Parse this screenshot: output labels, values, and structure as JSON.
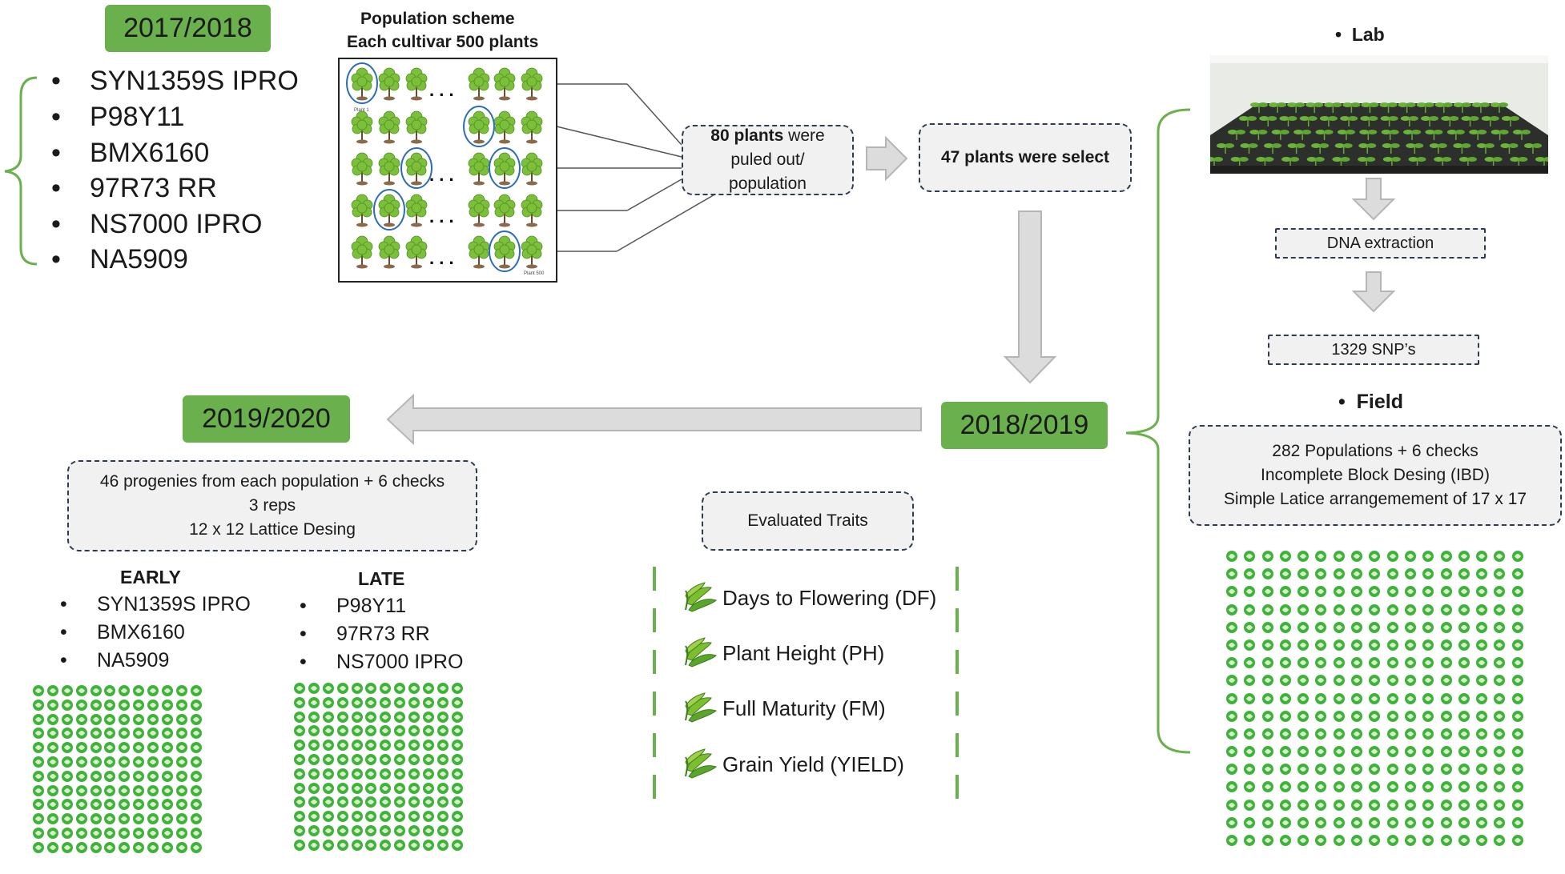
{
  "season_2017": "2017/2018",
  "season_2018": "2018/2019",
  "season_2019": "2019/2020",
  "cultivars": [
    "SYN1359S IPRO",
    "P98Y11",
    "BMX6160",
    "97R73 RR",
    "NS7000 IPRO",
    "NA5909"
  ],
  "scheme": {
    "title_line1": "Population scheme",
    "title_line2": "Each cultivar 500 plants",
    "plant1_label": "Plant 1",
    "plant500_label": "Plant 500",
    "ellipsis": ". . ."
  },
  "pulled": {
    "bold": "80 plants",
    "rest1": " were",
    "line2": "puled out/",
    "line3": "population"
  },
  "selected": "47 plants were select",
  "lab": {
    "heading": "Lab",
    "dna": "DNA extraction",
    "snps": "1329 SNP’s"
  },
  "field": {
    "heading": "Field",
    "line1": "282 Populations + 6 checks",
    "line2": "Incomplete Block Desing (IBD)",
    "line3": "Simple Latice arrangemement of 17 x 17"
  },
  "progenies": {
    "line1": "46 progenies from each population + 6 checks",
    "line2": "3 reps",
    "line3": "12 x 12 Lattice Desing"
  },
  "early": {
    "heading": "EARLY",
    "items": [
      "SYN1359S IPRO",
      "BMX6160",
      "NA5909"
    ]
  },
  "late": {
    "heading": "LATE",
    "items": [
      "P98Y11",
      "97R73 RR",
      "NS7000 IPRO"
    ]
  },
  "traits": {
    "heading": "Evaluated Traits",
    "items": [
      "Days to Flowering (DF)",
      "Plant Height (PH)",
      "Full Maturity (FM)",
      "Grain Yield (YIELD)"
    ]
  },
  "colors": {
    "accent_green": "#6ab04c",
    "dot_green": "#3eb23b",
    "box_border": "#2f3b52",
    "box_fill": "#f1f1f1"
  }
}
